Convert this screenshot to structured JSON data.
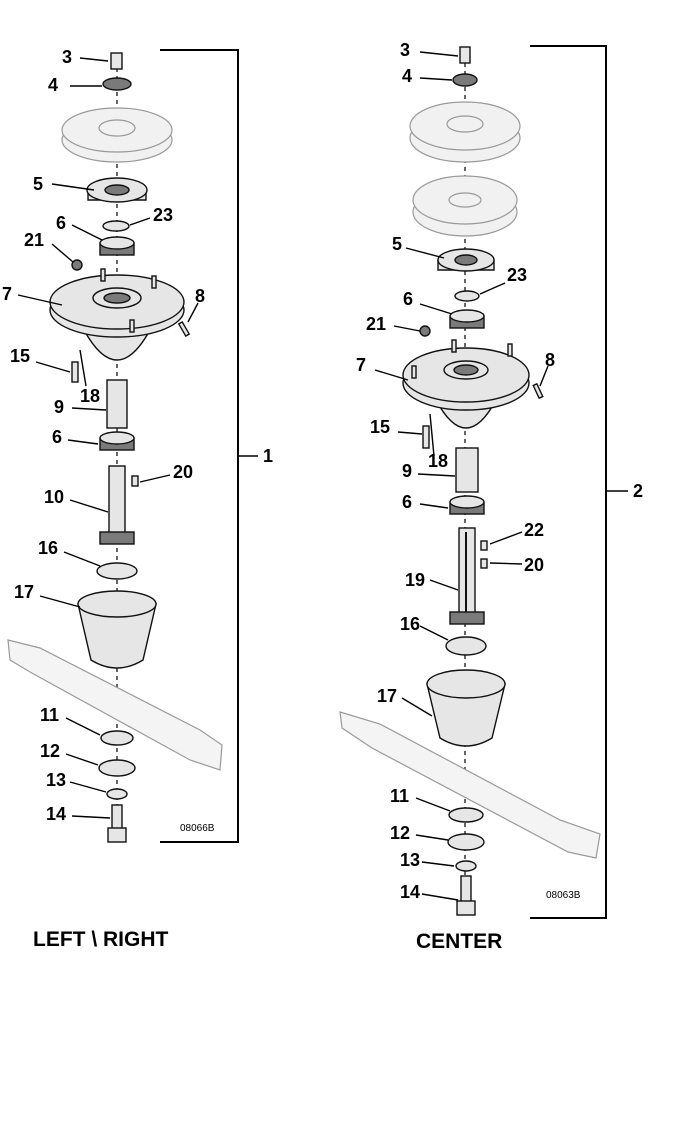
{
  "left_assembly": {
    "caption": "LEFT \\ RIGHT",
    "drawing_code": "08066B",
    "assembly_number": "1",
    "callouts": [
      "3",
      "4",
      "5",
      "23",
      "21",
      "6",
      "7",
      "8",
      "15",
      "18",
      "9",
      "6",
      "20",
      "10",
      "16",
      "17",
      "11",
      "12",
      "13",
      "14"
    ]
  },
  "center_assembly": {
    "caption": "CENTER",
    "drawing_code": "08063B",
    "assembly_number": "2",
    "callouts": [
      "3",
      "4",
      "5",
      "23",
      "6",
      "21",
      "7",
      "8",
      "15",
      "18",
      "9",
      "6",
      "22",
      "20",
      "19",
      "16",
      "17",
      "11",
      "12",
      "13",
      "14"
    ]
  }
}
